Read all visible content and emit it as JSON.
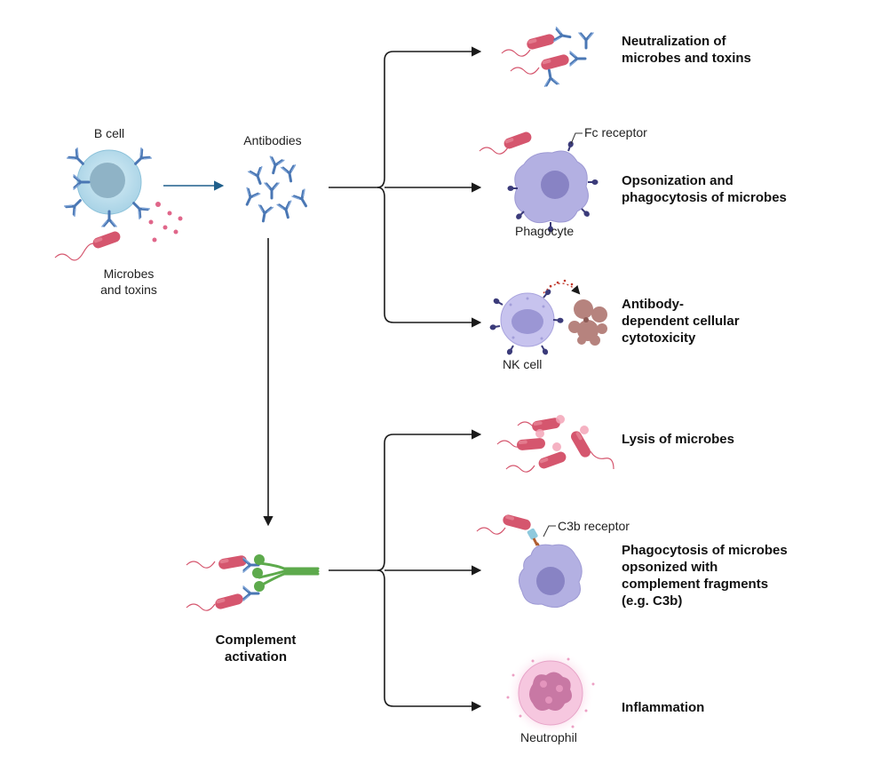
{
  "source": {
    "b_cell": "B cell",
    "microbes_and_toxins": [
      "Microbes",
      "and toxins"
    ],
    "antibodies": "Antibodies"
  },
  "complement": {
    "label": [
      "Complement",
      "activation"
    ]
  },
  "outcomes": [
    {
      "label": [
        "Neutralization of",
        "microbes and toxins"
      ]
    },
    {
      "label": [
        "Opsonization and",
        "phagocytosis of microbes"
      ],
      "cell_label": "Phagocyte",
      "receptor_label": "Fc receptor"
    },
    {
      "label": [
        "Antibody-",
        "dependent cellular",
        "cytotoxicity"
      ],
      "cell_label": "NK cell"
    },
    {
      "label": [
        "Lysis of microbes"
      ]
    },
    {
      "label": [
        "Phagocytosis of microbes",
        "opsonized with",
        "complement fragments",
        "(e.g. C3b)"
      ],
      "receptor_label": "C3b receptor"
    },
    {
      "label": [
        "Inflammation"
      ],
      "cell_label": "Neutrophil"
    }
  ],
  "colors": {
    "antibody": "#4a77b4",
    "b_cell_fill": "#bfe0ee",
    "b_cell_nucleus": "#8fb3c6",
    "microbe": "#d5566e",
    "arrow": "#1a1a1a",
    "blue_arrow": "#1f5f8b",
    "phagocyte": "#b3b0e2",
    "phagocyte_nucleus": "#8883c4",
    "complement_green": "#5daa4c",
    "neutrophil": "#e8a3c6",
    "ring": "#3a3a8c"
  },
  "icons": [
    "b-cell-icon",
    "antibody-icon",
    "microbe-icon",
    "phagocyte-icon",
    "nk-cell-icon",
    "neutrophil-icon",
    "complement-icon"
  ]
}
